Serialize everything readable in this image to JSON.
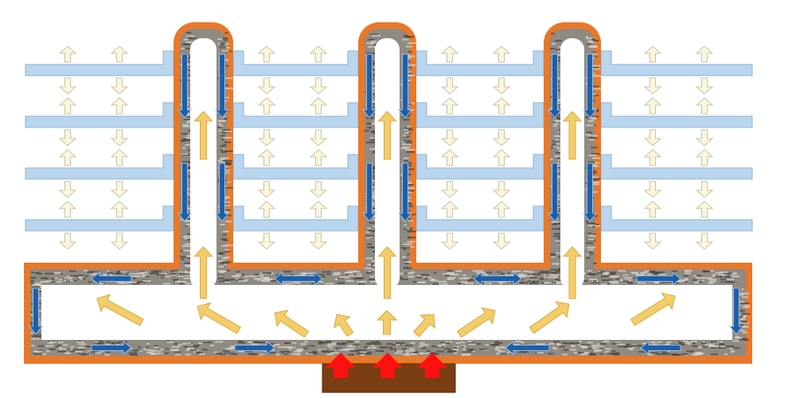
{
  "diagram": {
    "type": "heat pipe / vapor chamber heat sink cross-section",
    "fin_count": 3,
    "plate_rows": 4,
    "colors": {
      "casing": "#e8782a",
      "wick": "#8f8a82",
      "wick_dark": "#4a4540",
      "wick_light": "#d8d4ce",
      "vapor_space": "#ffffff",
      "cooling_plate": "#b9d6ee",
      "cooling_plate_edge": "#8fb3d4",
      "liquid_arrow": "#1f5fa8",
      "vapor_arrow": "#f3cd6a",
      "heat_out_arrow": "#fbf6de",
      "heat_in_arrow": "#ff1010",
      "heat_source": "#7a3e12"
    },
    "icons": {
      "liquid_flow": "blue-arrow",
      "vapor_flow": "yellow-arrow",
      "heat_dissipation": "cream-double-arrow",
      "heat_input": "red-arrow"
    }
  }
}
